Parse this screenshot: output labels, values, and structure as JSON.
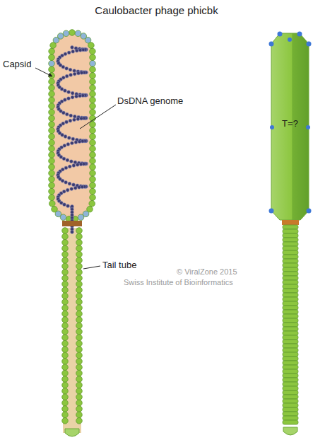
{
  "diagram": {
    "title": "Caulobacter phage phicbk",
    "labels": [
      "Capsid",
      "DsDNA genome",
      "Tail tube",
      "© ViralZone 2015",
      "Swiss Institute of Bioinformatics",
      "T=?"
    ]
  }
}
